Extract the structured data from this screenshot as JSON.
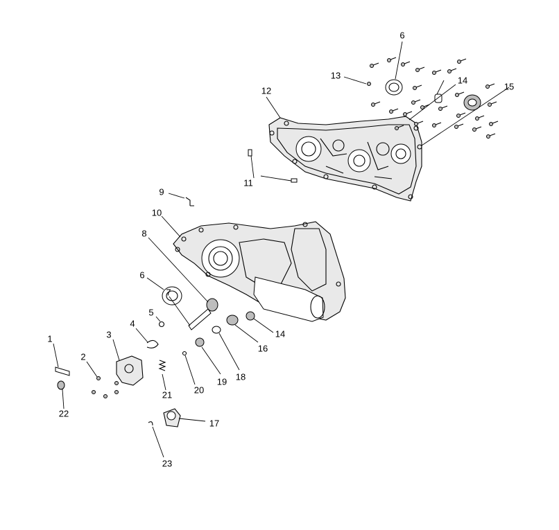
{
  "callouts": {
    "c1": "1",
    "c2": "2",
    "c3": "3",
    "c4": "4",
    "c5": "5",
    "c6a": "6",
    "c6b": "6",
    "c7": "7",
    "c8": "8",
    "c9": "9",
    "c10": "10",
    "c11": "11",
    "c12": "12",
    "c13": "13",
    "c14a": "14",
    "c14b": "14",
    "c15": "15",
    "c16": "16",
    "c17": "17",
    "c18": "18",
    "c19": "19",
    "c20": "20",
    "c21": "21",
    "c22": "22",
    "c23": "23"
  },
  "colors": {
    "line": "#000000",
    "shade": "#bdbdbd",
    "background": "#ffffff"
  }
}
